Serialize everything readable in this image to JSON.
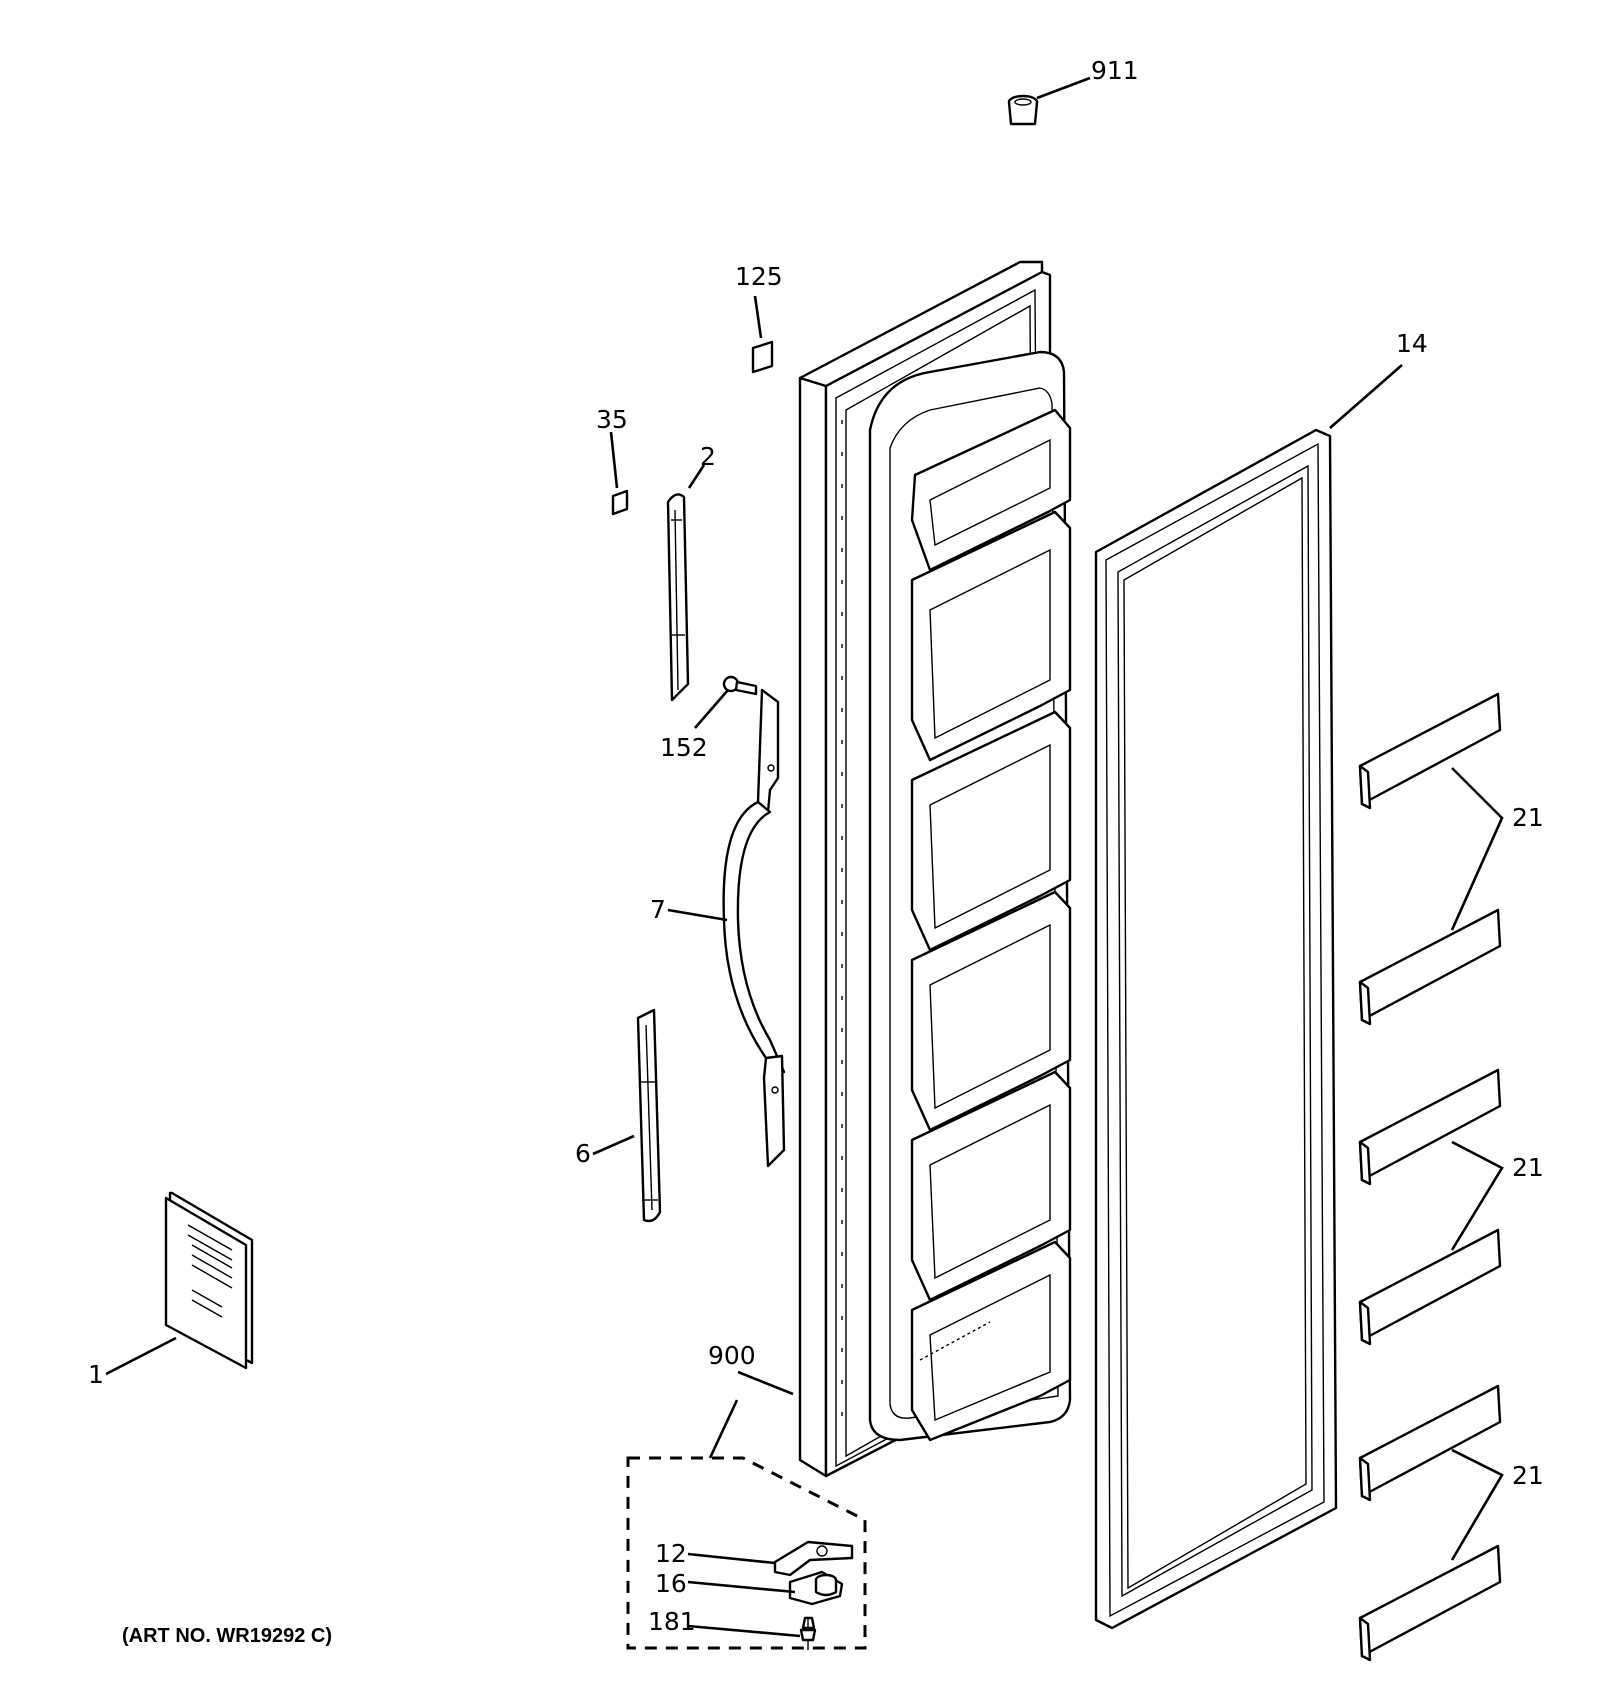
{
  "callouts": {
    "p911": "911",
    "p125": "125",
    "p14": "14",
    "p35": "35",
    "p2": "2",
    "p152": "152",
    "p7": "7",
    "p6": "6",
    "p1": "1",
    "p900": "900",
    "p12": "12",
    "p16": "16",
    "p181": "181",
    "p21a": "21",
    "p21b": "21",
    "p21c": "21"
  },
  "art_number": "(ART NO. WR19292 C)"
}
